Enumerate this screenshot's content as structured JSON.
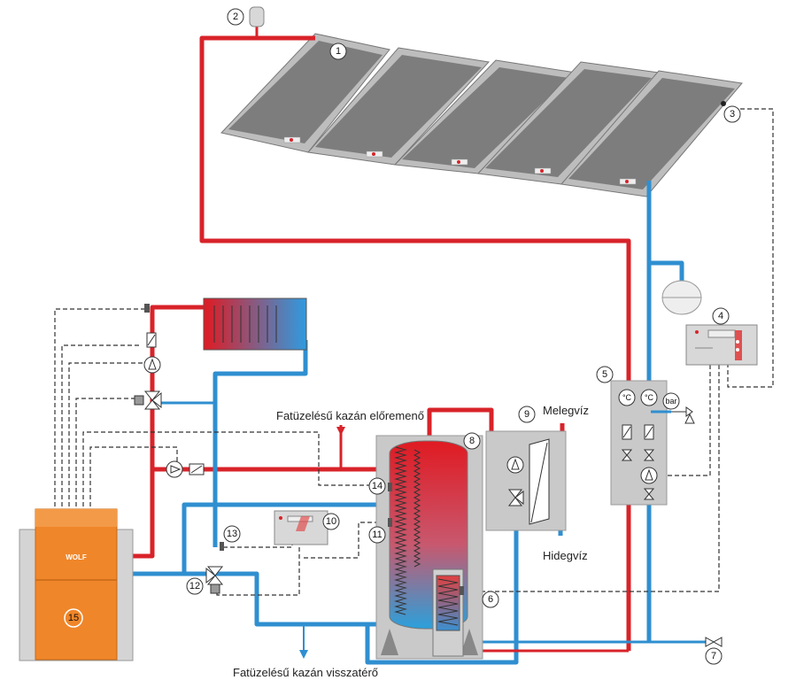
{
  "labels": {
    "flow": "Fatüzelésű kazán előremenő",
    "return": "Fatüzelésű kazán visszatérő",
    "hot_water": "Melegvíz",
    "cold_water": "Hidegvíz",
    "bar": "bar",
    "celsius_a": "°C",
    "celsius_b": "°C",
    "boiler_logo": "WOLF"
  },
  "markers": [
    "1",
    "2",
    "3",
    "4",
    "5",
    "6",
    "7",
    "8",
    "9",
    "10",
    "11",
    "12",
    "13",
    "14",
    "15"
  ],
  "colors": {
    "hot": "#d8232a",
    "cold": "#2f8fd0",
    "boiler": "#f0862a",
    "panel": "#8a8a8a",
    "tank_bg": "#c9c9c9"
  }
}
